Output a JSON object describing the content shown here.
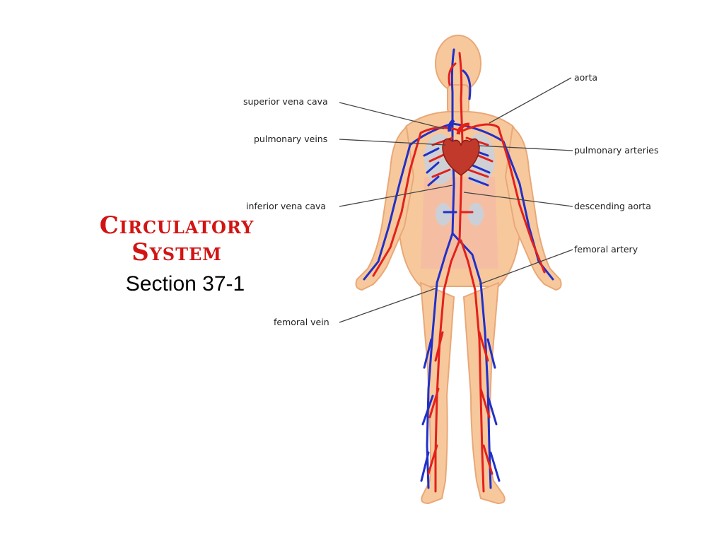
{
  "slide": {
    "title_line1": "Circulatory",
    "title_line2": "System",
    "subtitle": "Section 37-1"
  },
  "diagram": {
    "labels": {
      "aorta": "aorta",
      "superior_vena_cava": "superior vena cava",
      "pulmonary_veins": "pulmonary veins",
      "pulmonary_arteries": "pulmonary arteries",
      "inferior_vena_cava": "inferior vena cava",
      "descending_aorta": "descending aorta",
      "femoral_artery": "femoral artery",
      "femoral_vein": "femoral vein"
    },
    "colors": {
      "skin": "#f7c89c",
      "skin_outline": "#e9a878",
      "artery": "#e3201b",
      "vein": "#2130c8",
      "lung": "#c7d2de",
      "torso_shade": "#f3b7a8",
      "title_red": "#d21414"
    }
  }
}
